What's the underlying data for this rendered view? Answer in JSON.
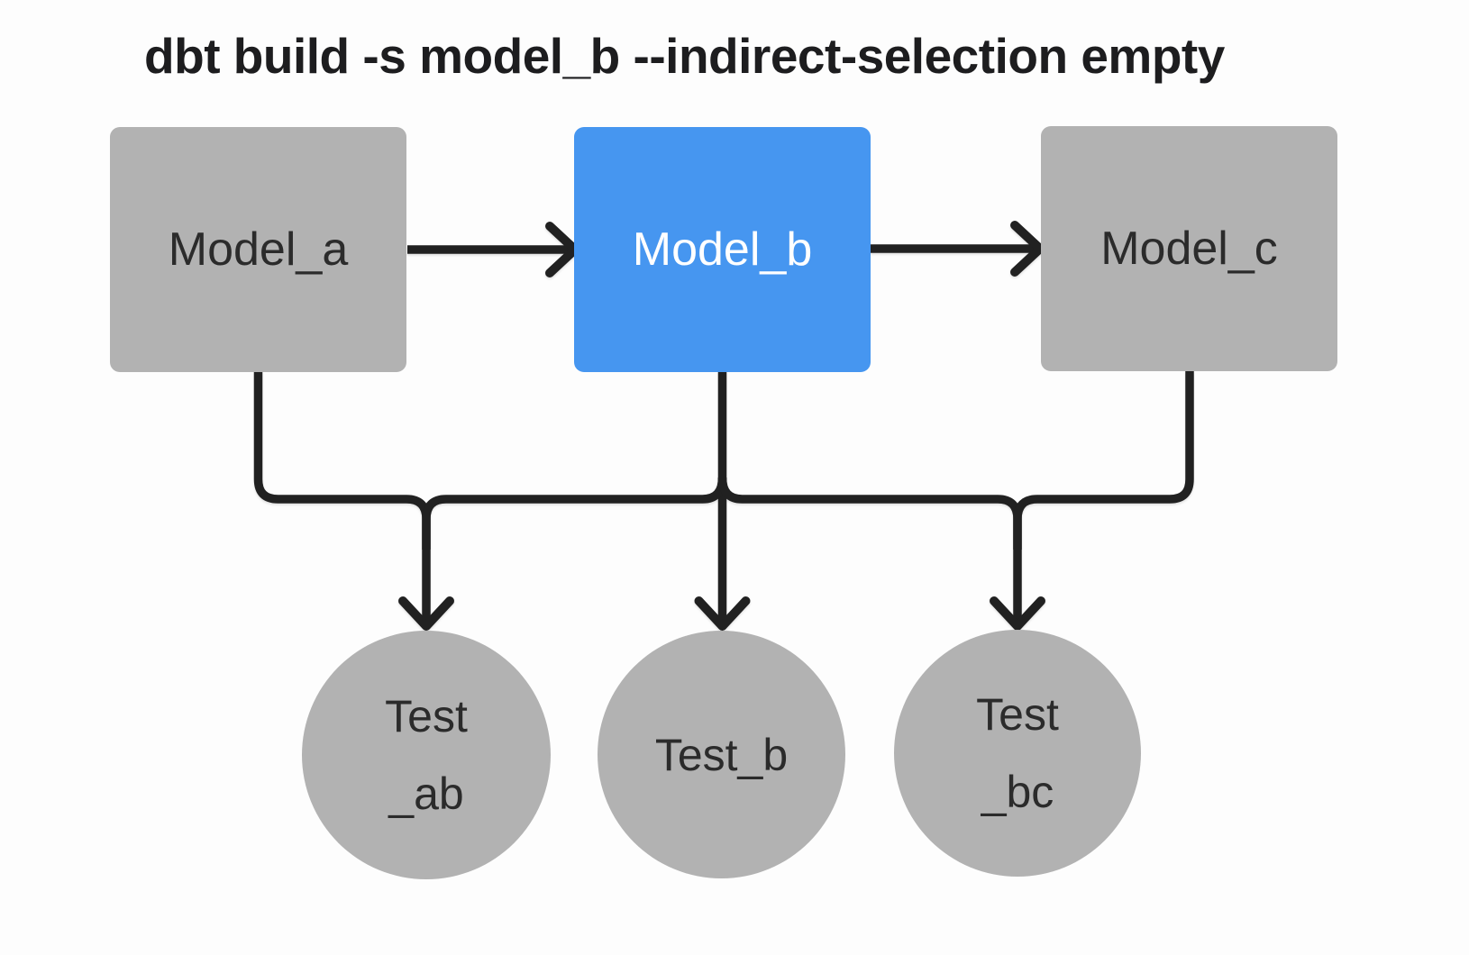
{
  "title": "dbt build -s model_b --indirect-selection empty",
  "colors": {
    "background": "#fdfdfd",
    "node_gray": "#b2b2b2",
    "selected_blue": "#4696f0",
    "edge_black": "#212121",
    "node_text_dark": "#2b2b2b",
    "node_text_light": "#ffffff",
    "title_text": "#1d1d1f"
  },
  "models": [
    {
      "id": "model_a",
      "label": "Model_a",
      "selected": false
    },
    {
      "id": "model_b",
      "label": "Model_b",
      "selected": true
    },
    {
      "id": "model_c",
      "label": "Model_c",
      "selected": false
    }
  ],
  "tests": [
    {
      "id": "test_ab",
      "lines": [
        "Test",
        "_ab"
      ]
    },
    {
      "id": "test_b",
      "lines": [
        "Test_b"
      ]
    },
    {
      "id": "test_bc",
      "lines": [
        "Test",
        "_bc"
      ]
    }
  ],
  "edges": [
    "model_a -> model_b",
    "model_b -> model_c",
    "model_a -> test_ab",
    "model_b -> test_ab",
    "model_b -> test_b",
    "model_b -> test_bc",
    "model_c -> test_bc"
  ]
}
